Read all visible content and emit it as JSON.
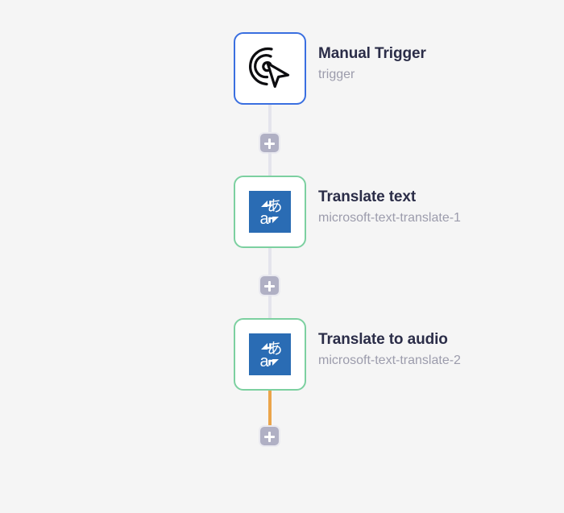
{
  "canvas": {
    "background_color": "#f5f5f5",
    "connector_color": "#e4e4ec",
    "connector_accent_color": "#eba54b"
  },
  "nodes": [
    {
      "id": "manual-trigger",
      "title": "Manual Trigger",
      "subtitle": "trigger",
      "icon": "cursor-click-icon",
      "border_color": "#3a6fe0",
      "status": "trigger"
    },
    {
      "id": "translate-text",
      "title": "Translate text",
      "subtitle": "microsoft-text-translate-1",
      "icon": "microsoft-translator-icon",
      "border_color": "#7cd0a0",
      "status": "ok"
    },
    {
      "id": "translate-to-audio",
      "title": "Translate to audio",
      "subtitle": "microsoft-text-translate-2",
      "icon": "microsoft-translator-icon",
      "border_color": "#7cd0a0",
      "status": "ok"
    }
  ],
  "add_buttons": [
    {
      "id": "add-step-1",
      "label": "+",
      "after": "manual-trigger"
    },
    {
      "id": "add-step-2",
      "label": "+",
      "after": "translate-text"
    },
    {
      "id": "add-step-3",
      "label": "+",
      "after": "translate-to-audio"
    }
  ]
}
